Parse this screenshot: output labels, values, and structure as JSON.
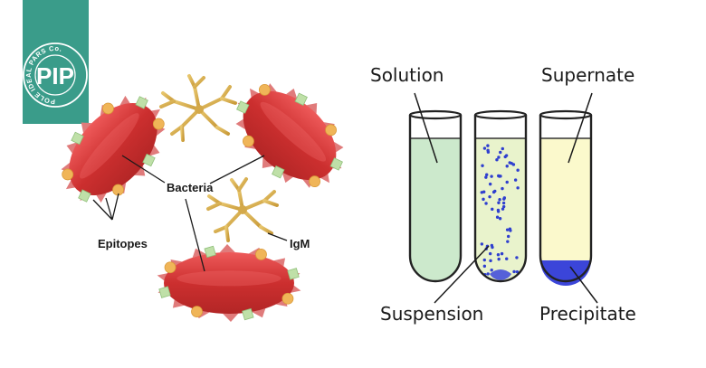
{
  "logo": {
    "ring_text": "POLE IDEAL PARS Co.",
    "mark": "PIP",
    "bg_color": "#3a9c8a"
  },
  "bacteria_diagram": {
    "labels": {
      "bacteria": "Bacteria",
      "epitopes": "Epitopes",
      "igm": "IgM"
    },
    "colors": {
      "cell": "#d33b3b",
      "epitope_round": "#f0b558",
      "epitope_square": "#bfe0a8",
      "spike": "#e07b7b",
      "igm": "#d4a94a"
    }
  },
  "tubes_diagram": {
    "labels": {
      "solution": "Solution",
      "supernate": "Supernate",
      "suspension": "Suspension",
      "precipitate": "Precipitate"
    },
    "colors": {
      "solution_fill": "#cce9cc",
      "suspension_fill": "#e9f3cc",
      "supernate_fill": "#fbf9cc",
      "particle": "#2f3fcf",
      "precipitate": "#3b45d9"
    }
  }
}
